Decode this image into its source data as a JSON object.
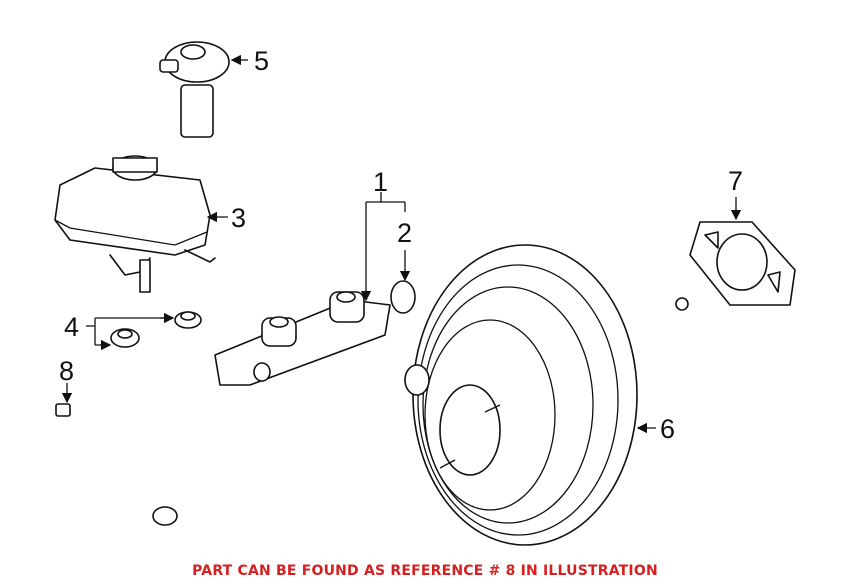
{
  "callouts": [
    "1",
    "2",
    "3",
    "4",
    "5",
    "6",
    "7",
    "8"
  ],
  "footer_note": "PART CAN BE FOUND AS REFERENCE # 8 IN ILLUSTRATION",
  "colors": {
    "note": "#d42020",
    "lines": "#111111"
  }
}
